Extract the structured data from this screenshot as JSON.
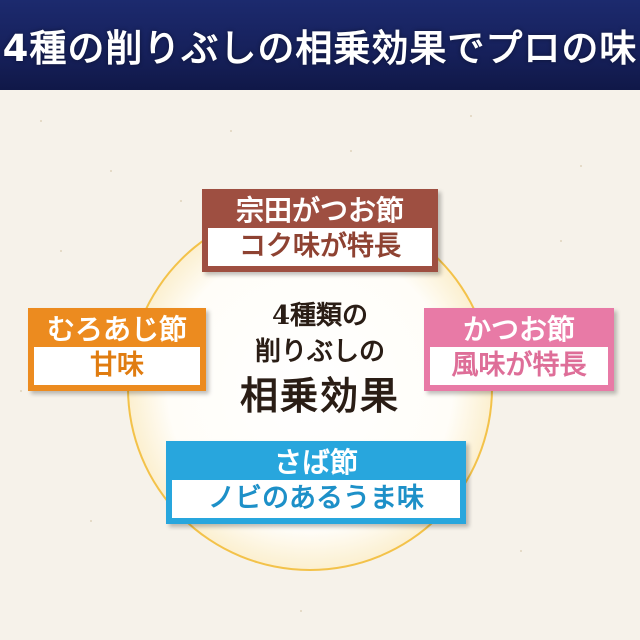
{
  "header": {
    "title": "4種の削りぶしの相乗効果でプロの味"
  },
  "center": {
    "line1": "4種類の",
    "line2": "削りぶしの",
    "line3": "相乗効果"
  },
  "cards": {
    "top": {
      "title": "宗田がつお節",
      "sub": "コク味が特長",
      "color": "#9e4f41"
    },
    "left": {
      "title": "むろあじ節",
      "sub": "甘味",
      "color": "#ec8b1f"
    },
    "right": {
      "title": "かつお節",
      "sub": "風味が特長",
      "color": "#e87aa6"
    },
    "bottom": {
      "title": "さば節",
      "sub": "ノビのあるうま味",
      "color": "#28a6dd"
    }
  },
  "colors": {
    "header_bg": "#16205a",
    "ring": "#f0b032",
    "background": "#f6f2ea"
  }
}
